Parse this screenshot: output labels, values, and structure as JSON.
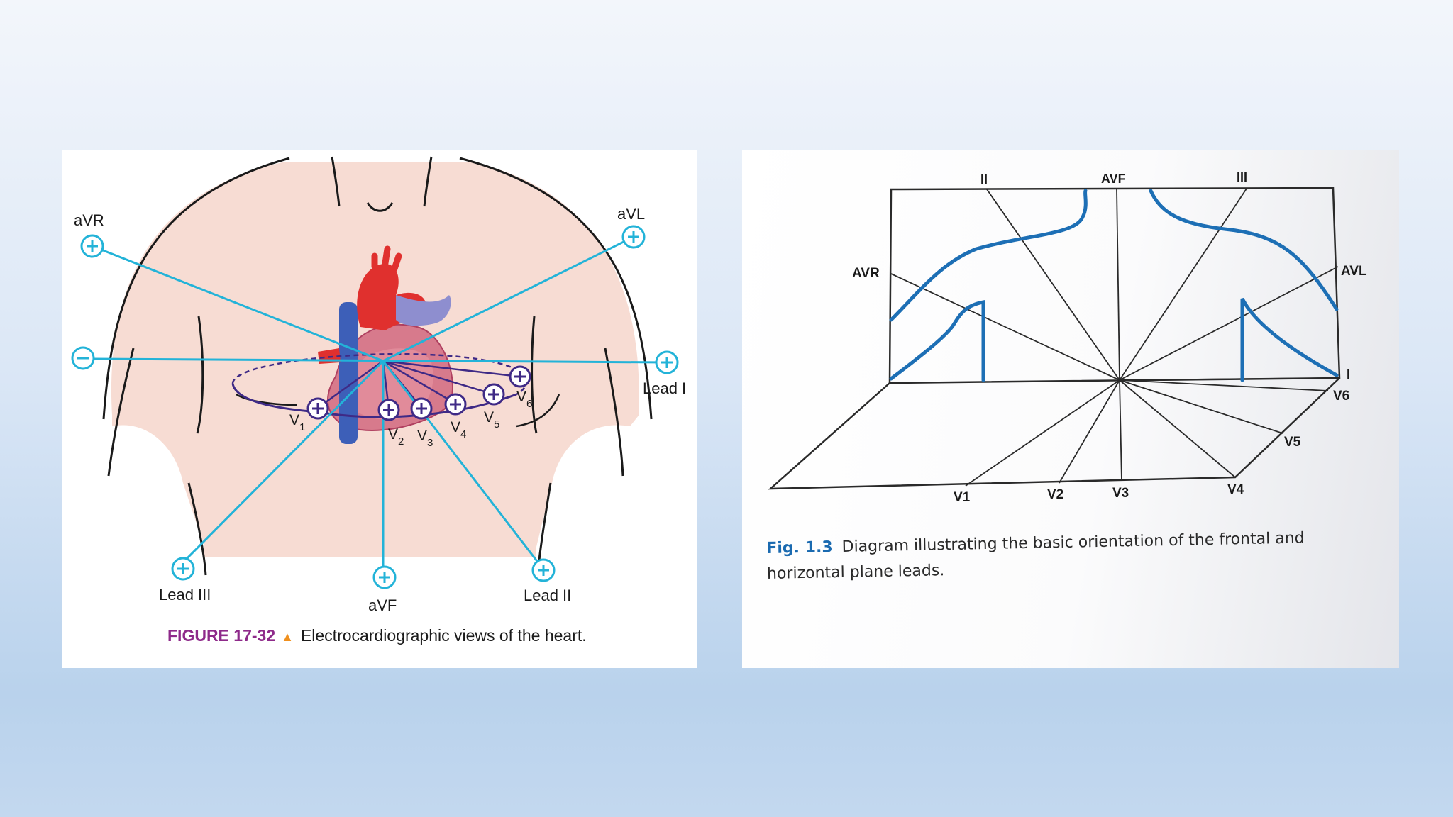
{
  "left_figure": {
    "labels": {
      "avr": "aVR",
      "avl": "aVL",
      "lead_i": "Lead I",
      "lead_ii": "Lead II",
      "lead_iii": "Lead III",
      "avf": "aVF",
      "v1": "V",
      "v1_sub": "1",
      "v2": "V",
      "v2_sub": "2",
      "v3": "V",
      "v3_sub": "3",
      "v4": "V",
      "v4_sub": "4",
      "v5": "V",
      "v5_sub": "5",
      "v6": "V",
      "v6_sub": "6"
    },
    "caption": {
      "figure_number": "FIGURE 17-32",
      "text": "Electrocardiographic views of the heart."
    }
  },
  "right_figure": {
    "labels": {
      "ii": "II",
      "avf": "AVF",
      "iii": "III",
      "avr": "AVR",
      "avl": "AVL",
      "i": "I",
      "v1": "V1",
      "v2": "V2",
      "v3": "V3",
      "v4": "V4",
      "v5": "V5",
      "v6": "V6"
    },
    "caption": {
      "figure_number": "Fig. 1.3",
      "text": "Diagram illustrating the basic orientation of the frontal and horizontal plane leads."
    }
  },
  "colors": {
    "lead_line": "#23b3d8",
    "precordial_purple": "#3f2a86",
    "skin": "#f7dcd3",
    "heart_red": "#e0302e",
    "vessel_blue": "#3d5fb8",
    "curve_blue": "#1d6fb5"
  }
}
